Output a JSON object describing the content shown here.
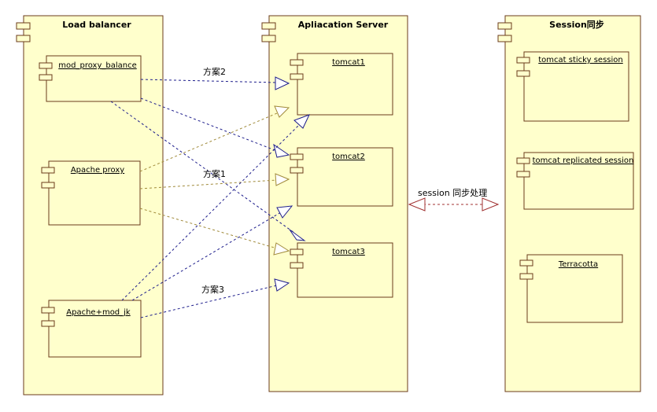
{
  "nodes": {
    "load_balancer": "Load balancer",
    "app_server": "Apliacation Server",
    "session_sync": "Session同步"
  },
  "components": {
    "mod_proxy_balance": "mod_proxy_balance",
    "apache_proxy": "Apache proxy",
    "apache_mod_jk": "Apache+mod_jk",
    "tomcat1": "tomcat1",
    "tomcat2": "tomcat2",
    "tomcat3": "tomcat3",
    "sticky_session": "tomcat sticky session",
    "replicated_session": "tomcat replicated session",
    "terracotta": "Terracotta"
  },
  "edge_labels": {
    "plan2": "方案2",
    "plan1": "方案1",
    "plan3": "方案3",
    "session_sync_processing": "session 同步处理"
  },
  "colors": {
    "box_fill": "#ffffcc",
    "box_stroke": "#6b3b1b",
    "plan_blue": "#1e1e8c",
    "plan_olive": "#a08a3a",
    "sync_red": "#a03030"
  }
}
